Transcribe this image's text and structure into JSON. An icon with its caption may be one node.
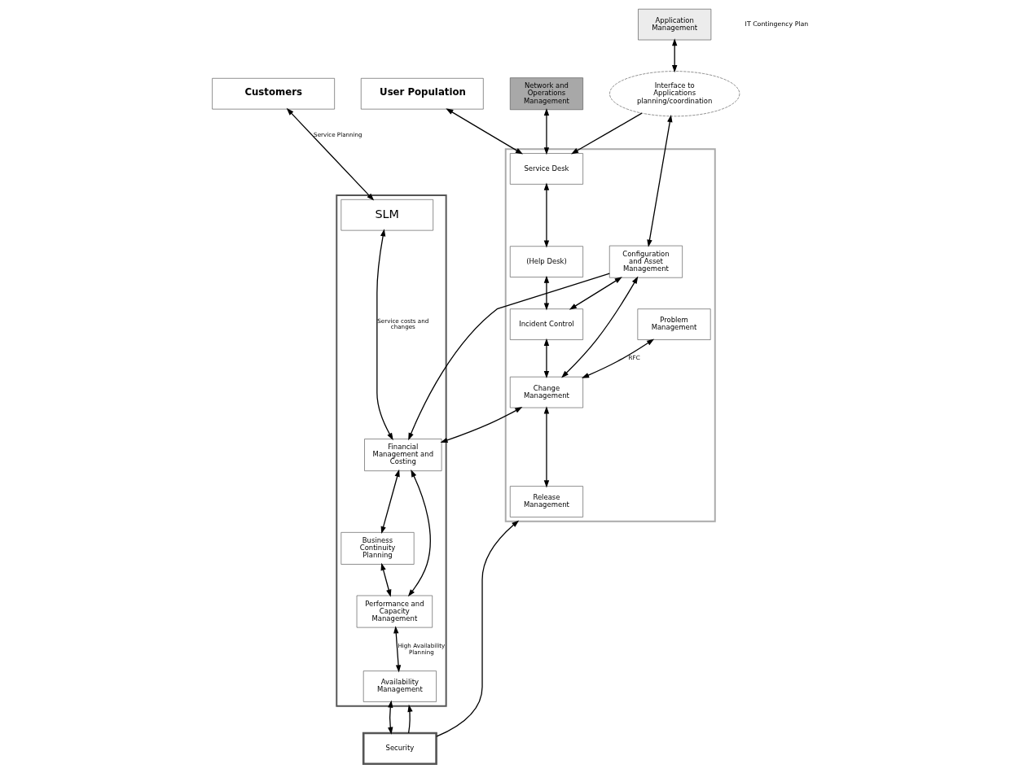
{
  "diagram": {
    "nodes": [
      {
        "text": [
          "User Population"
        ]
      },
      {
        "text": [
          "Customers"
        ]
      },
      {
        "text": [
          "Network and Operations Management"
        ]
      },
      {
        "text": [],
        "shape": "box"
      },
      {
        "text": [
          "Service Desk"
        ],
        "in": 3
      },
      {
        "text": [
          "Application Management"
        ]
      },
      {
        "text": [
          "Interface to Applications planning/coordination"
        ]
      },
      {
        "text": [
          "(Help Desk)"
        ],
        "in": 3
      },
      {
        "text": [
          "Configuration and Asset Management"
        ],
        "in": 3
      },
      {
        "text": [
          "Incident Control"
        ],
        "in": 3
      },
      {
        "text": [
          "Problem Management"
        ],
        "in": 3
      },
      {
        "text": [
          "Change Management"
        ],
        "in": 3
      },
      {
        "text": [
          "Release Management"
        ],
        "in": 3
      },
      {
        "text": [],
        "shape": "box"
      },
      {
        "text": [
          "SLM"
        ],
        "in": 13
      },
      {
        "text": [
          "Financial Management and Costing"
        ],
        "in": 13
      },
      {
        "text": [
          "Business Continuity Planning"
        ],
        "in": 13
      },
      {
        "text": [
          "Performance and Capacity Management"
        ],
        "in": 13
      },
      {
        "text": [
          "Availability Management"
        ],
        "in": 13
      },
      {
        "text": [
          "Security"
        ]
      }
    ],
    "edges": [
      {
        "from": 0,
        "to": 4,
        "arrow": "both"
      },
      {
        "from": 1,
        "to": 14,
        "arrow": "both",
        "label": "Service Planning"
      },
      {
        "from": 2,
        "to": 4,
        "arrow": "both"
      },
      {
        "from": 6,
        "to": 4,
        "arrow": "to"
      },
      {
        "from": 5,
        "to": 6,
        "arrow": "both"
      },
      {
        "from": 6,
        "to": 8,
        "arrow": "both"
      },
      {
        "from": 4,
        "to": 7,
        "arrow": "both"
      },
      {
        "from": 7,
        "to": 9,
        "arrow": "both"
      },
      {
        "from": 8,
        "to": 15,
        "arrow": "to"
      },
      {
        "from": 8,
        "to": 9,
        "arrow": "both"
      },
      {
        "from": 8,
        "to": 11,
        "arrow": "both"
      },
      {
        "from": 9,
        "to": 11,
        "arrow": "both"
      },
      {
        "from": 10,
        "to": 11,
        "arrow": "both",
        "label": "RFC"
      },
      {
        "from": 11,
        "to": 12,
        "arrow": "both"
      },
      {
        "from": 11,
        "to": 15,
        "arrow": "both"
      },
      {
        "from": 14,
        "to": 15,
        "arrow": "both",
        "label": "Service costs and changes"
      },
      {
        "from": 15,
        "to": 16,
        "arrow": "both"
      },
      {
        "from": 15,
        "to": 17,
        "arrow": "both"
      },
      {
        "from": 16,
        "to": 17,
        "arrow": "both"
      },
      {
        "from": 17,
        "to": 18,
        "arrow": "both",
        "label": "High Availability Planning"
      },
      {
        "from": 19,
        "to": 3,
        "arrow": "to"
      },
      {
        "from": 19,
        "to": 18,
        "arrow": "both"
      },
      {
        "from": 19,
        "to": 13,
        "arrow": "to"
      }
    ],
    "labels": [
      "IT Contingency Plan"
    ]
  }
}
